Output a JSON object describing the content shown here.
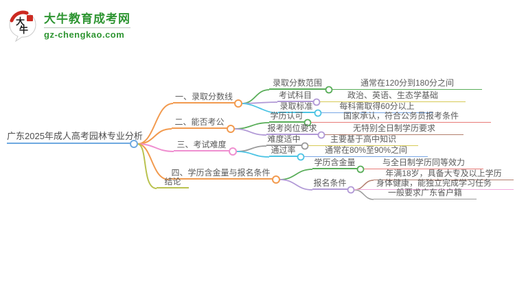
{
  "logo": {
    "icon_text": "大牛",
    "title": "大牛教育成考网",
    "domain": "gz-chengkao.com",
    "brand_green": "#2e9532",
    "seal_red": "#cc2a21"
  },
  "mindmap": {
    "root": {
      "label": "广东2025年成人高考园林专业分析",
      "color": "#6ea9e0"
    },
    "branches": [
      {
        "label": "一、录取分数线",
        "color": "#f29a4e",
        "children": [
          {
            "label": "录取分数范围",
            "color": "#58ad58",
            "leaf": {
              "label": "通常在120分到180分之间",
              "color": "#58ad58"
            }
          },
          {
            "label": "考试科目",
            "color": "#b199d6",
            "leaf": {
              "label": "政治、英语、生态学基础",
              "color": "#d6ca55"
            }
          },
          {
            "label": "录取标准",
            "color": "#4cc4e4",
            "leaf": {
              "label": "每科需取得60分以上",
              "color": "#76a5e5"
            }
          }
        ]
      },
      {
        "label": "二、能否考公",
        "color": "#f29a4e",
        "children": [
          {
            "label": "学历认可",
            "color": "#58ad58",
            "leaf": {
              "label": "国家承认，符合公务员报考条件",
              "color": "#e87a77"
            }
          },
          {
            "label": "报考岗位要求",
            "color": "#b199d6",
            "leaf": {
              "label": "无特别全日制学历要求",
              "color": "#b27d6c"
            }
          }
        ]
      },
      {
        "label": "三、考试难度",
        "color": "#ef8fd0",
        "children": [
          {
            "label": "难度适中",
            "color": "#9a9a9a",
            "leaf": {
              "label": "主要基于高中知识",
              "color": "#d6ca55"
            }
          },
          {
            "label": "通过率",
            "color": "#4cc4e4",
            "leaf": {
              "label": "通常在80%至90%之间",
              "color": "#76a5e5"
            }
          }
        ]
      },
      {
        "label": "四、学历含金量与报名条件",
        "color": "#f29a4e",
        "children": [
          {
            "label": "学历含金量",
            "color": "#58ad58",
            "leaf": {
              "label": "与全日制学历同等效力",
              "color": "#e87a77"
            }
          },
          {
            "label": "报名条件",
            "color": "#b199d6",
            "leaves": [
              {
                "label": "年满18岁，具备大专及以上学历",
                "color": "#b27d6c"
              },
              {
                "label": "身体健康，能独立完成学习任务",
                "color": "#f2a8dc"
              },
              {
                "label": "一般要求广东省户籍",
                "color": "#9a9a9a"
              }
            ]
          }
        ]
      },
      {
        "label": "结论",
        "color": "#b9c24f"
      }
    ]
  }
}
